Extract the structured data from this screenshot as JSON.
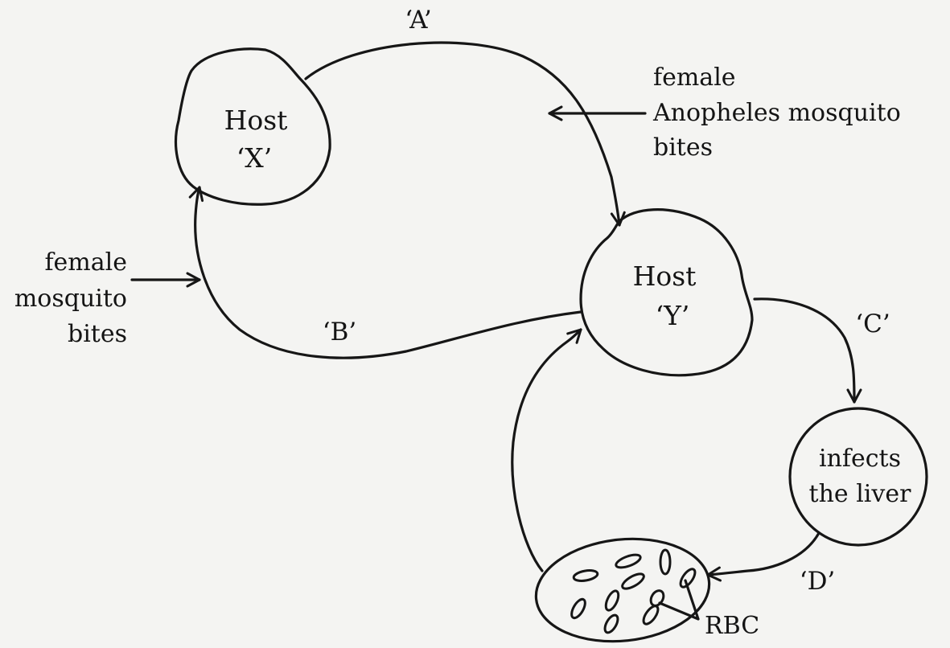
{
  "labels": {
    "a": "‘A’",
    "b": "‘B’",
    "c": "‘C’",
    "d": "‘D’"
  },
  "host_x": {
    "line1": "Host",
    "line2": "‘X’"
  },
  "host_y": {
    "line1": "Host",
    "line2": "‘Y’"
  },
  "anopheles_note": [
    "female",
    "Anopheles mosquito",
    "bites"
  ],
  "mosquito_note": [
    "female",
    "mosquito",
    "bites"
  ],
  "liver": [
    "infects",
    "the liver"
  ],
  "rbc_label": "RBC"
}
